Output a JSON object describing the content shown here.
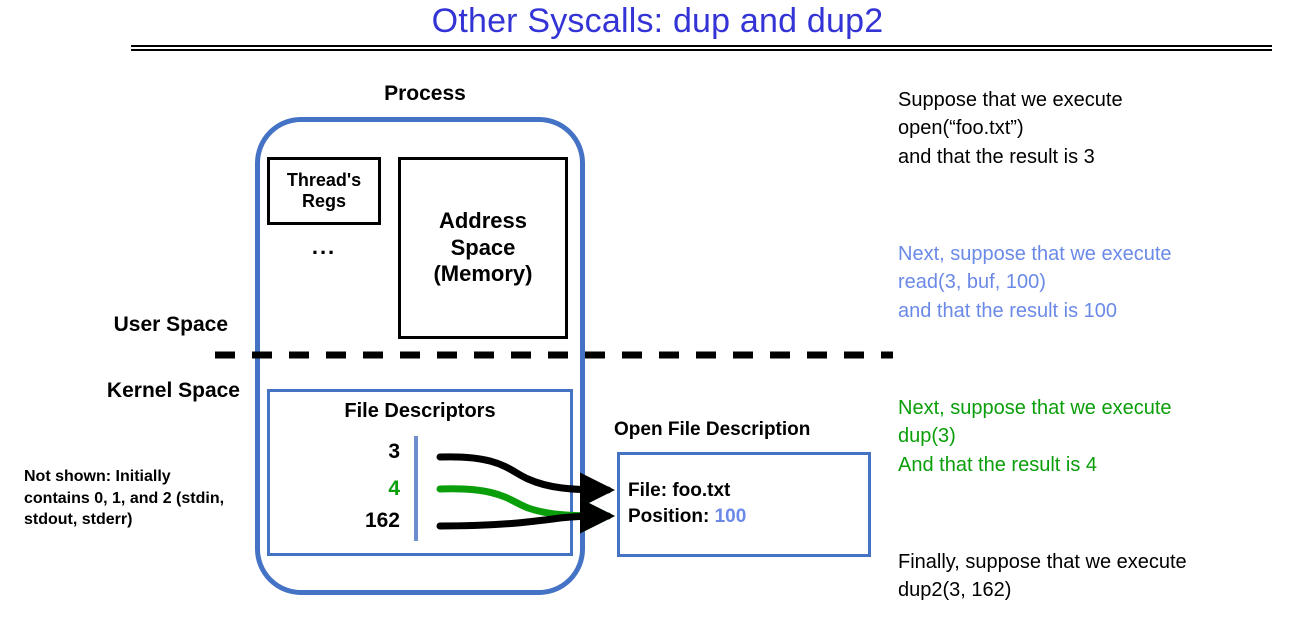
{
  "slide": {
    "title": "Other Syscalls: dup and dup2"
  },
  "diagram": {
    "process_label": "Process",
    "threads_regs_label": "Thread's\nRegs",
    "threads_ellipsis": "...",
    "address_space_label": "Address\nSpace\n(Memory)",
    "user_space_label": "User Space",
    "kernel_space_label": "Kernel Space",
    "not_shown_note": "Not shown:\nInitially contains 0, 1, and 2 (stdin, stdout, stderr)",
    "file_descriptors": {
      "title": "File Descriptors",
      "entries": [
        {
          "value": "3",
          "color": "#000000"
        },
        {
          "value": "4",
          "color": "#0a9f0a"
        },
        {
          "value": "162",
          "color": "#000000"
        }
      ]
    },
    "open_file_description": {
      "title": "Open File Description",
      "file_label": "File: ",
      "file_value": "foo.txt",
      "position_label": "Position: ",
      "position_value": "100"
    }
  },
  "notes": {
    "open": {
      "line1": "Suppose that we execute",
      "line2": "open(“foo.txt”)",
      "line3": "and that the result is 3",
      "color": "#000000"
    },
    "read": {
      "line1": "Next, suppose that we execute",
      "line2": "read(3, buf, 100)",
      "line3": "and that the result is 100",
      "color": "#6b8ae8"
    },
    "dup": {
      "line1": "Next, suppose that we execute",
      "line2": "dup(3)",
      "line3": "And that the result is 4",
      "color": "#0a9f0a"
    },
    "dup2": {
      "line1": "Finally, suppose that we execute",
      "line2": "dup2(3, 162)",
      "color": "#000000"
    }
  },
  "colors": {
    "title_blue": "#3333d6",
    "box_blue": "#4472c4",
    "light_blue": "#6b8ae8",
    "green": "#0a9f0a",
    "black": "#000000"
  }
}
